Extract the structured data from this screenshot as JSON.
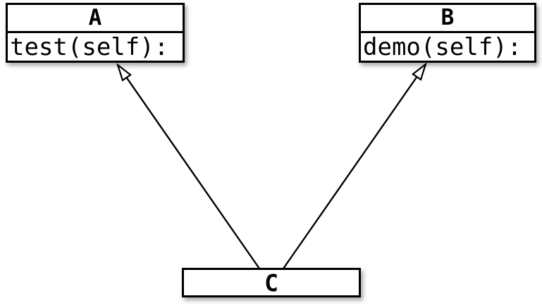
{
  "diagram": {
    "kind": "class-inheritance-diagram",
    "colors": {
      "background": "#ffffff",
      "box_fill": "#ffffff",
      "line": "#000000",
      "text": "#000000"
    },
    "nodes": {
      "a": {
        "name": "A",
        "method": "test(self):"
      },
      "b": {
        "name": "B",
        "method": "demo(self):"
      },
      "c": {
        "name": "C"
      }
    },
    "edges": [
      {
        "from": "C",
        "to": "A",
        "relation": "inherits",
        "arrowhead": "hollow-triangle"
      },
      {
        "from": "C",
        "to": "B",
        "relation": "inherits",
        "arrowhead": "hollow-triangle"
      }
    ]
  }
}
